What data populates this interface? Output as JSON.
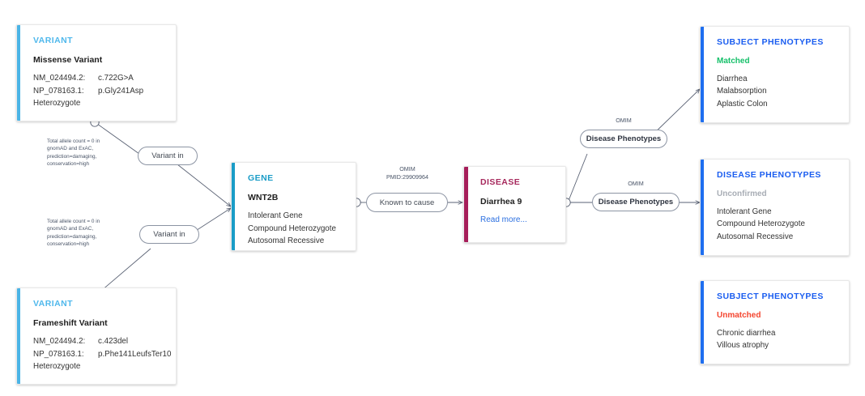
{
  "colors": {
    "variant_accent": "#4bb4e6",
    "gene_accent": "#1a9cc7",
    "disease_accent": "#a61e5a",
    "phenotype_accent": "#1e6ef0",
    "variant_title": "#4fb8ec",
    "gene_title": "#1a9cc7",
    "disease_title": "#a6285c",
    "phenotype_title": "#1a5df0",
    "matched": "#16c06a",
    "unconfirmed": "#a8adb5",
    "unmatched": "#f4452f",
    "link": "#2b6fe0",
    "wire": "#5a6274"
  },
  "cards": {
    "variant_top": {
      "title": "VARIANT",
      "subtitle": "Missense Variant",
      "rows": [
        {
          "key": "NM_024494.2:",
          "value": "c.722G>A"
        },
        {
          "key": "NP_078163.1:",
          "value": "p.Gly241Asp"
        }
      ],
      "zygosity": "Heterozygote"
    },
    "variant_bottom": {
      "title": "VARIANT",
      "subtitle": "Frameshift Variant",
      "rows": [
        {
          "key": "NM_024494.2:",
          "value": "c.423del"
        },
        {
          "key": "NP_078163.1:",
          "value": "p.Phe141LeufsTer10"
        }
      ],
      "zygosity": "Heterozygote"
    },
    "gene": {
      "title": "GENE",
      "subtitle": "WNT2B",
      "lines": [
        "Intolerant Gene",
        "Compound Heterozygote",
        "Autosomal Recessive"
      ]
    },
    "disease": {
      "title": "DISEASE",
      "subtitle": "Diarrhea 9",
      "read_more": "Read more..."
    },
    "subject_phenotypes_matched": {
      "title": "SUBJECT PHENOTYPES",
      "status": "Matched",
      "items": [
        "Diarrhea",
        "Malabsorption",
        "Aplastic Colon"
      ]
    },
    "disease_phenotypes": {
      "title": "DISEASE PHENOTYPES",
      "status": "Unconfirmed",
      "items": [
        "Intolerant Gene",
        "Compound Heterozygote",
        "Autosomal Recessive"
      ]
    },
    "subject_phenotypes_unmatched": {
      "title": "SUBJECT PHENOTYPES",
      "status": "Unmatched",
      "items": [
        "Chronic diarrhea",
        "Villous atrophy"
      ]
    }
  },
  "edges": {
    "variant_in_top": "Variant in",
    "variant_in_bottom": "Variant in",
    "known_to_cause": "Known to cause",
    "disease_phenotypes_upper": "Disease Phenotypes",
    "disease_phenotypes_lower": "Disease Phenotypes",
    "evidence_top": {
      "line1": "Total allele count = 0 in",
      "line2": "gnomAD and ExAC,",
      "line3": "prediction=damaging,",
      "line4": "conservation=high"
    },
    "evidence_bottom": {
      "line1": "Total allele count = 0 in",
      "line2": "gnomAD and ExAC,",
      "line3": "prediction=damaging,",
      "line4": "conservation=high"
    },
    "gene_disease_source": {
      "line1": "OMIM",
      "line2": "PMID:29909964"
    },
    "omim_upper": "OMIM",
    "omim_lower": "OMIM"
  }
}
